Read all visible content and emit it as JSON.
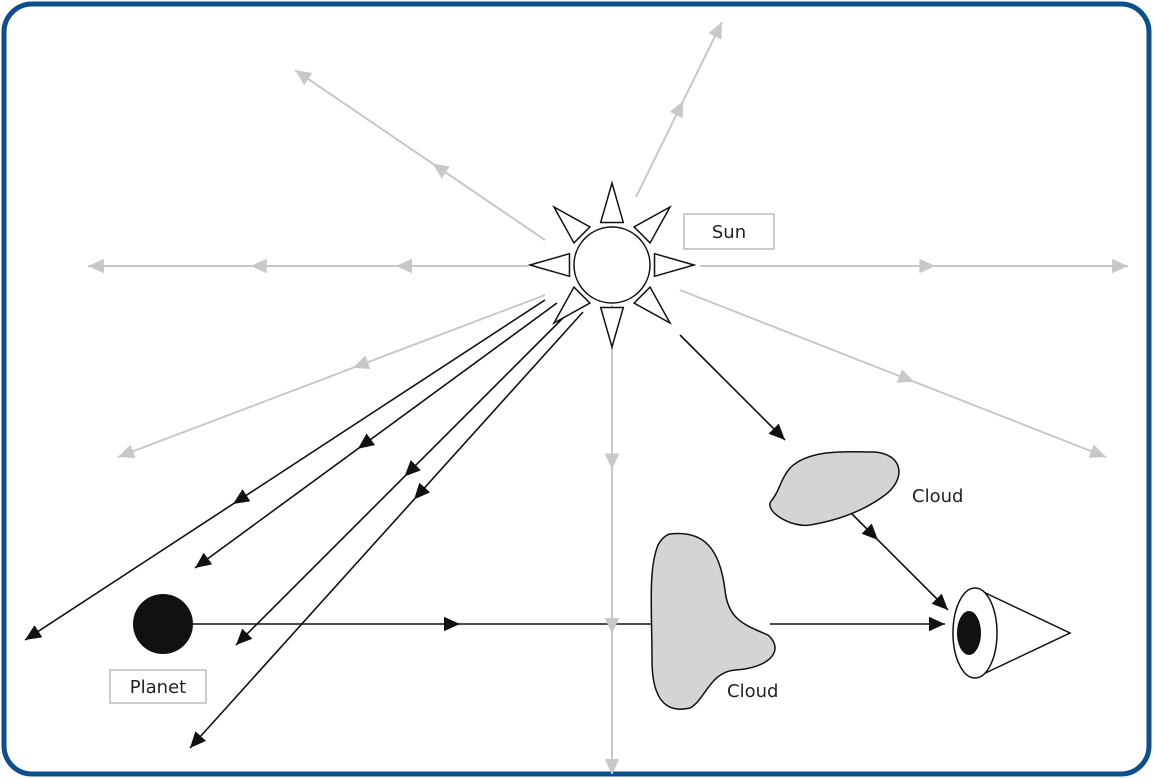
{
  "labels": {
    "sun": "Sun",
    "planet": "Planet",
    "cloud_upper": "Cloud",
    "cloud_lower": "Cloud"
  },
  "colors": {
    "frame_border": "#0d4f8b",
    "faint_ray": "#c8c8c8",
    "dark_ray": "#111111",
    "cloud_fill": "#d4d4d6",
    "planet_fill": "#111111"
  },
  "icons": [
    "sun-icon",
    "planet-icon",
    "eye-icon",
    "cloud-icon"
  ]
}
